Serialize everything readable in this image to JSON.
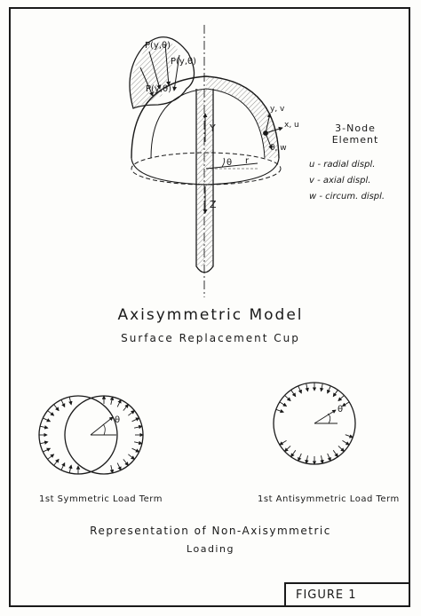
{
  "model": {
    "title": "Axisymmetric Model",
    "subtitle": "Surface Replacement Cup",
    "element_label": "3-Node Element",
    "notes": [
      "u - radial displ.",
      "v - axial displ.",
      "w - circum. displ."
    ],
    "labels": {
      "Y": "Y",
      "Z": "Z",
      "r": "r",
      "theta": "θ",
      "xu": "x, u",
      "yv": "y, v",
      "thw": "θ, w",
      "p1": "P(y,θ)",
      "p2": "P(y,θ)",
      "p3": "P(y,θ)"
    }
  },
  "loads": {
    "symmetric_caption": "1st Symmetric Load Term",
    "antisymmetric_caption": "1st Antisymmetric Load Term",
    "theta": "θ",
    "representation_line1": "Representation of Non-Axisymmetric",
    "representation_line2": "Loading"
  },
  "figure": {
    "label": "FIGURE 1"
  },
  "colors": {
    "ink": "#1a1a1a",
    "paper": "#fdfdfb",
    "hatch": "#555555"
  }
}
